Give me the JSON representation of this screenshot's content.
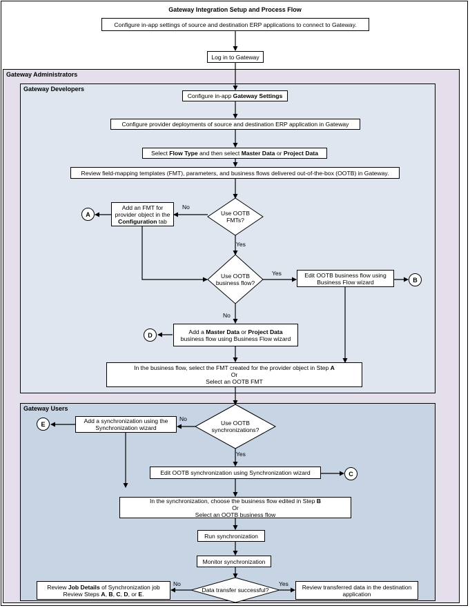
{
  "title": "Gateway Integration Setup and Process Flow",
  "lanes": {
    "admins": "Gateway Administrators",
    "developers": "Gateway Developers",
    "users": "Gateway Users"
  },
  "colors": {
    "admins_fill": "#e4dfea",
    "developers_fill": "#dfe6f0",
    "users_fill": "#c7d4e4",
    "handle": "#2233aa"
  },
  "steps": {
    "configure_erp": "Configure in-app settings of source and destination ERP applications to connect to Gateway.",
    "login": "Log in to Gateway",
    "gw_settings_pre": "Configure in-app ",
    "gw_settings_bold": "Gateway Settings",
    "provider_deploy": "Configure provider deployments of source and destination ERP application  in Gateway",
    "flow_pre": "Select ",
    "flow_bold1": "Flow Type",
    "flow_mid": " and then select ",
    "flow_bold2": "Master Data",
    "flow_or": " or ",
    "flow_bold3": "Project Data",
    "review_fmt": "Review field-mapping templates (FMT), parameters, and business flows delivered out-of-the-box (OOTB) in Gateway.",
    "add_fmt_l1": "Add an FMT for",
    "add_fmt_l2": "provider object in the",
    "add_fmt_bold": "Configuration",
    "add_fmt_tail": " tab",
    "edit_bf_l1": "Edit OOTB business flow using",
    "edit_bf_l2": "Business Flow wizard",
    "add_bf_pre": "Add a ",
    "add_bf_bold1": "Master Data",
    "add_bf_or": " or ",
    "add_bf_bold2": "Project Data",
    "add_bf_l2": "business flow using Business Flow wizard",
    "select_fmt_l1_pre": "In the business flow, select the FMT created for the provider object in Step ",
    "select_fmt_l1_bold": "A",
    "select_fmt_l2": "Or",
    "select_fmt_l3": "Select an OOTB FMT",
    "add_sync_l1": "Add a synchronization using the",
    "add_sync_l2": "Synchronization wizard",
    "edit_sync": "Edit OOTB synchronization using Synchronization wizard",
    "choose_bf_l1_pre": "In the synchronization, choose the business flow edited in Step ",
    "choose_bf_l1_bold": "B",
    "choose_bf_l2": "Or",
    "choose_bf_l3": "Select an OOTB business flow",
    "run_sync": "Run synchronization",
    "monitor_sync": "Monitor synchronization",
    "review_job_pre": "Review ",
    "review_job_bold": "Job Details",
    "review_job_tail": " of Synchronization job",
    "review_steps_pre": "Review Steps ",
    "review_steps_a": "A",
    "review_steps_b": "B",
    "review_steps_c": "C",
    "review_steps_d": "D",
    "review_steps_or": "or ",
    "review_steps_e": "E",
    "review_transferred_l1": "Review transferred data in the destination",
    "review_transferred_l2": "application"
  },
  "decisions": {
    "ootb_fmts_l1": "Use OOTB",
    "ootb_fmts_l2": "FMTs?",
    "ootb_bf_l1": "Use OOTB",
    "ootb_bf_l2": "business flow?",
    "ootb_sync_l1": "Use OOTB",
    "ootb_sync_l2": "synchronizations?",
    "transfer": "Data transfer successful?"
  },
  "branch_labels": {
    "no": "No",
    "yes": "Yes"
  },
  "connectors": {
    "a": "A",
    "b": "B",
    "c": "C",
    "d": "D",
    "e": "E"
  }
}
